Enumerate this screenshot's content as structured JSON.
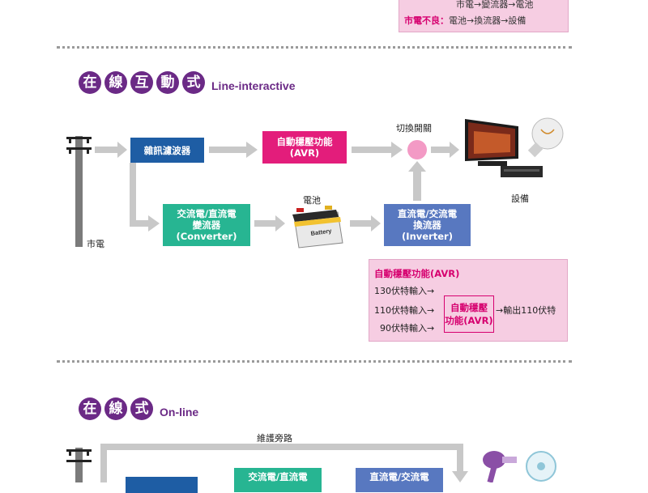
{
  "top_note": {
    "line1": "市電→變流器→電池",
    "line2_label": "市電不良：",
    "line2_rest": "電池→換流器→設備"
  },
  "section1": {
    "heading_chars": [
      "在",
      "線",
      "互",
      "動",
      "式"
    ],
    "heading_en": "Line-interactive",
    "grid_label": "市電",
    "noise_filter": "雜訊濾波器",
    "avr_line1": "自動穩壓功能",
    "avr_line2": "(AVR)",
    "switch_label": "切換開關",
    "equipment_label": "設備",
    "battery_label": "電池",
    "battery_text": "Battery",
    "converter_line1": "交流電/直流電",
    "converter_line2": "變流器",
    "converter_line3": "(Converter)",
    "inverter_line1": "直流電/交流電",
    "inverter_line2": "換流器",
    "inverter_line3": "(Inverter)",
    "avr_detail": {
      "title": "自動穩壓功能(AVR)",
      "in1": "130伏特輸入→",
      "in2": "110伏特輸入→",
      "in3": "90伏特輸入→",
      "center_line1": "自動穩壓",
      "center_line2": "功能(AVR)",
      "out": "→輸出110伏特"
    }
  },
  "section2": {
    "heading_chars": [
      "在",
      "線",
      "式"
    ],
    "heading_en": "On-line",
    "bypass_label": "維護旁路",
    "converter_partial": "交流電/直流電",
    "inverter_partial": "直流電/交流電"
  },
  "colors": {
    "purple": "#6b2a86",
    "blue": "#1e5da4",
    "pink": "#e31d7b",
    "teal": "#27b592",
    "slate": "#5878c0",
    "arrow_gray": "#c8c8c8"
  }
}
